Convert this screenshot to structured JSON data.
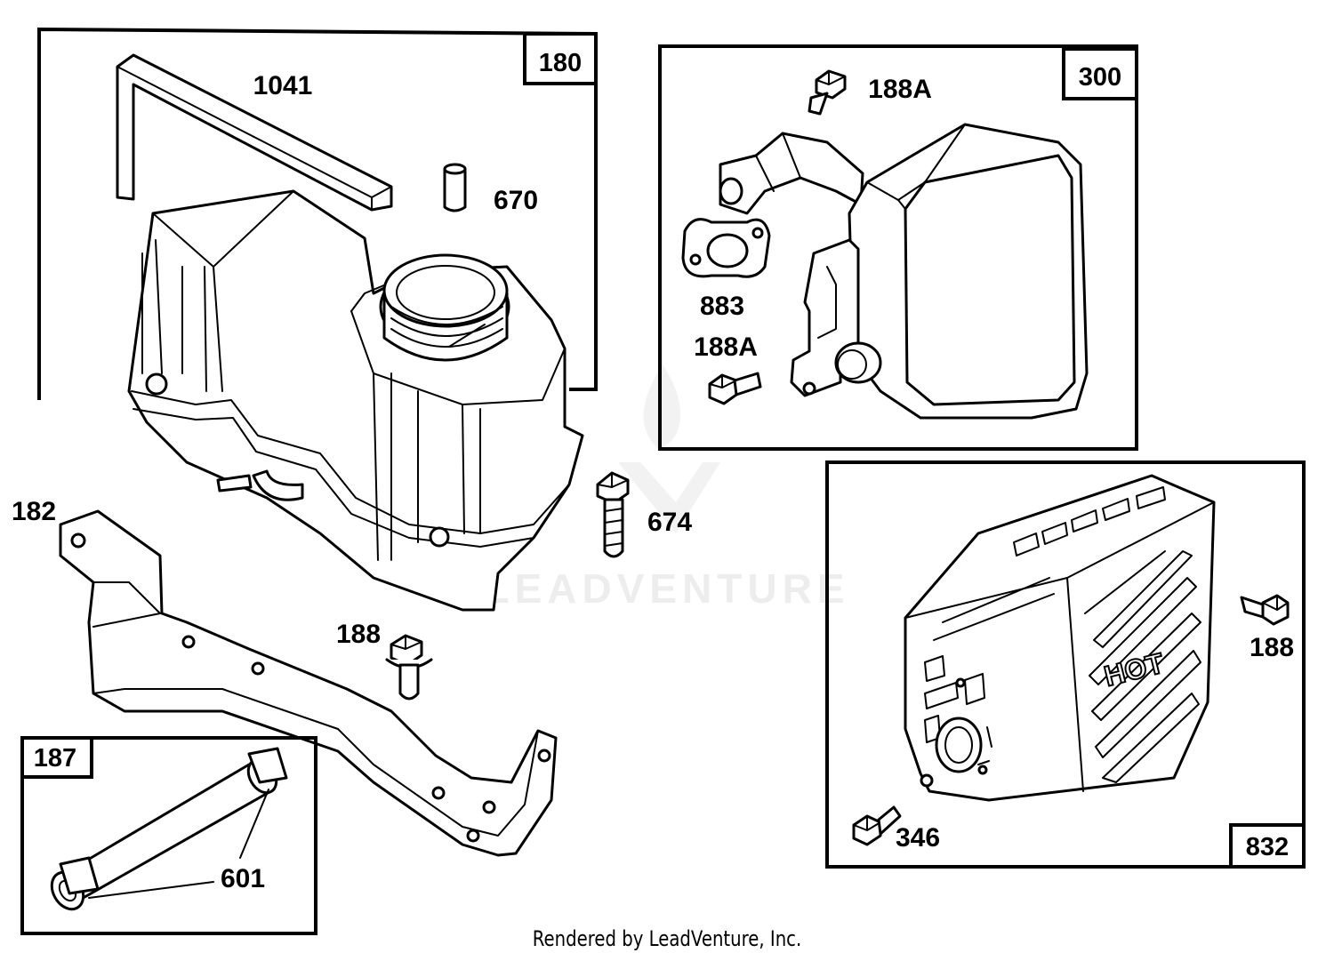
{
  "groups": {
    "fuel_tank_kit": "180",
    "muffler_kit": "300",
    "fuel_line_kit": "187",
    "muffler_guard_kit": "832"
  },
  "parts": {
    "p1041": "1041",
    "p670": "670",
    "p182": "182",
    "p674": "674",
    "p188_bracket": "188",
    "p601": "601",
    "p188a_top": "188A",
    "p883": "883",
    "p188a_lower": "188A",
    "p188_guard": "188",
    "p346": "346"
  },
  "watermark": "LEADVENTURE",
  "footer": "Rendered by LeadVenture, Inc.",
  "guard_text": "HOT"
}
